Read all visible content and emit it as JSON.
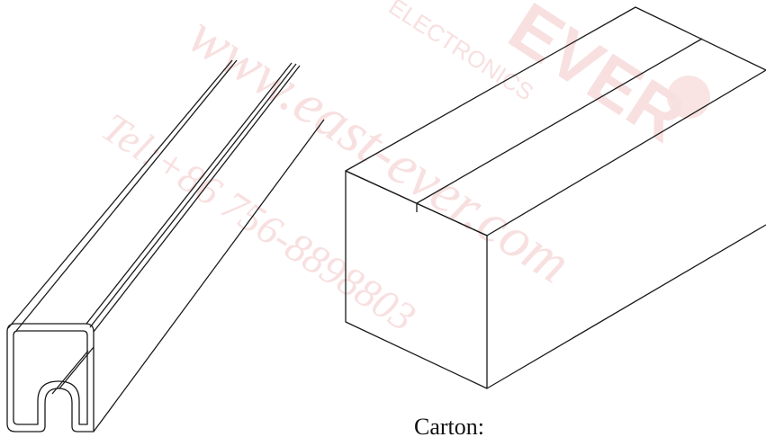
{
  "watermark": {
    "url": "www.east-ever.com",
    "phone": "Tel:+86 756-8898803",
    "brand": "EVER",
    "brand_sub": "ELECTRONICS",
    "color": "#f3c8c8"
  },
  "carton": {
    "caption": "Carton:"
  },
  "colors": {
    "line": "#1a1a1a",
    "background": "#ffffff"
  }
}
